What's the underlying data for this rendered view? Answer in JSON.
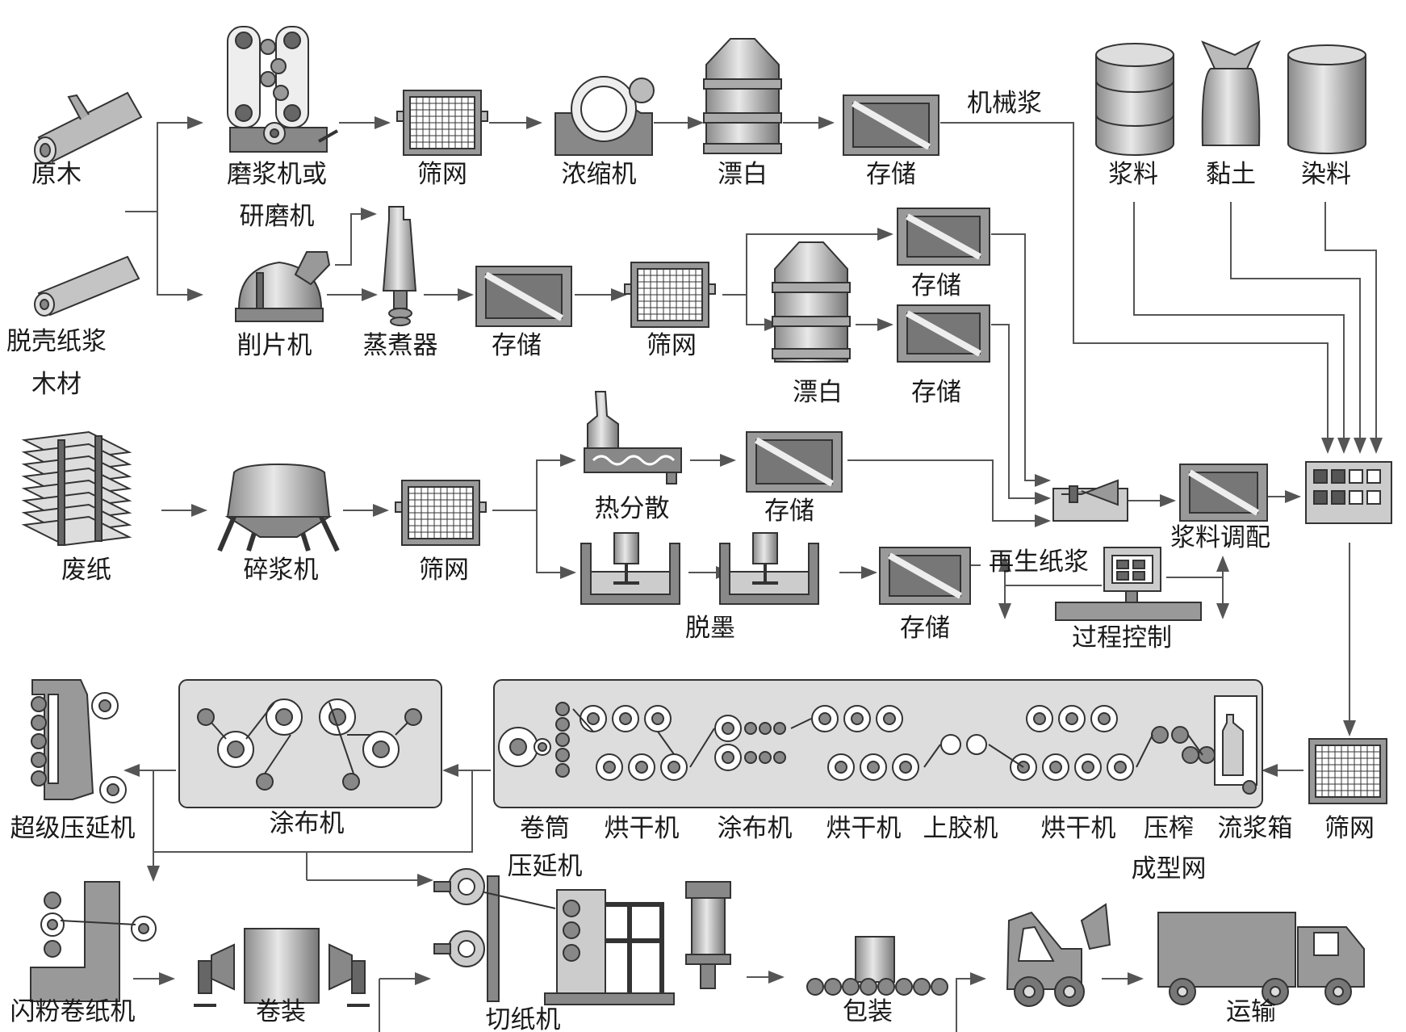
{
  "labels": {
    "raw_wood": "原木",
    "grinder": "磨浆机或",
    "grinder2": "研磨机",
    "screen1": "筛网",
    "thickener": "浓缩机",
    "bleach1": "漂白",
    "storage1": "存储",
    "mech_pulp": "机械浆",
    "pulp": "浆料",
    "clay": "黏土",
    "dye": "染料",
    "debarked1": "脱壳纸浆",
    "debarked2": "木材",
    "chipper": "削片机",
    "digester": "蒸煮器",
    "storage2": "存储",
    "screen2": "筛网",
    "storage3": "存储",
    "bleach2": "漂白",
    "storage4": "存储",
    "waste_paper": "废纸",
    "pulper": "碎浆机",
    "screen3": "筛网",
    "hot_disperse": "热分散",
    "storage5": "存储",
    "deinking": "脱墨",
    "storage6": "存储",
    "recycled_pulp": "再生纸浆",
    "process_control": "过程控制",
    "stock_prep": "浆料调配",
    "supercalender": "超级压延机",
    "coater1": "涂布机",
    "reel": "卷筒",
    "dryer1": "烘干机",
    "coater2": "涂布机",
    "dryer2": "烘干机",
    "size_press": "上胶机",
    "dryer3": "烘干机",
    "press": "压榨",
    "headbox": "流浆箱",
    "screen4": "筛网",
    "forming_wire": "成型网",
    "calender": "压延机",
    "winder": "闪粉卷纸机",
    "roll_pack": "卷装",
    "cutter": "切纸机",
    "packing": "包装",
    "transport": "运输"
  },
  "colors": {
    "line": "#555555",
    "fill_light": "#d6d6d6",
    "fill_mid": "#a9a9a9",
    "fill_dark": "#6e6e6e",
    "panel": "#dcdcdc"
  }
}
